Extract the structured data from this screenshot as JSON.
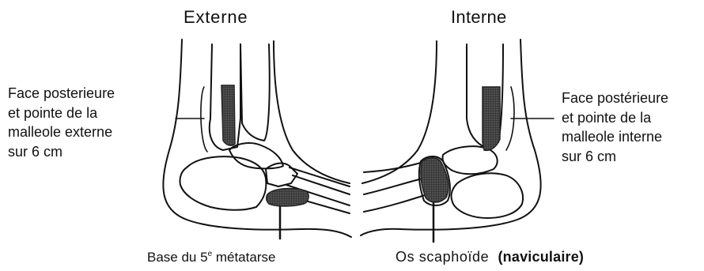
{
  "views": {
    "left": {
      "title": "Externe",
      "side_label_lines": [
        "Face posterieure",
        "et pointe de la",
        "malleole externe",
        "sur 6 cm"
      ],
      "caption_prefix": "Base du 5",
      "caption_sup": "e",
      "caption_suffix": " métatarse"
    },
    "right": {
      "title": "Interne",
      "side_label_lines": [
        "Face postérieure",
        "et pointe de la",
        "malleole interne",
        "sur 6 cm"
      ],
      "caption_main": "Os scaphoïde",
      "caption_bold": "(naviculaire)"
    }
  },
  "colors": {
    "ink": "#111111",
    "shading": "#444444",
    "background": "#ffffff"
  }
}
